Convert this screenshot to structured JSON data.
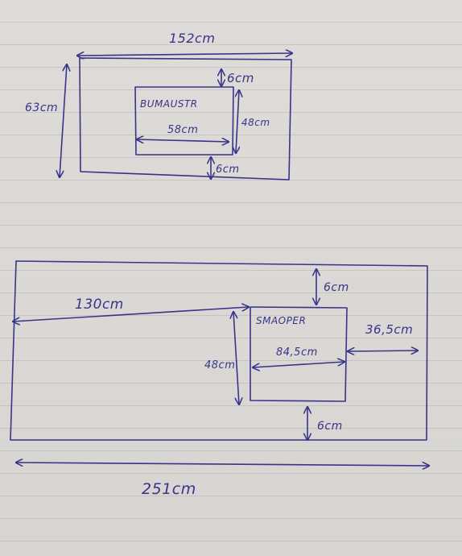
{
  "top_sketch": {
    "overall_width": "152cm",
    "overall_height": "63cm",
    "top_gap": "6cm",
    "bottom_gap": "6cm",
    "inner_label": "BUMAUSTR",
    "inner_width": "58cm",
    "inner_height": "48cm"
  },
  "bottom_sketch": {
    "left_distance": "130cm",
    "inner_label": "SMAOPER",
    "inner_width": "84,5cm",
    "inner_height": "48cm",
    "top_gap": "6cm",
    "bottom_gap": "6cm",
    "right_distance": "36,5cm",
    "overall_width": "251cm"
  },
  "colors": {
    "ink": "#37348a",
    "paper": "#dedbd8",
    "rule_line": "#c9c7c6"
  }
}
